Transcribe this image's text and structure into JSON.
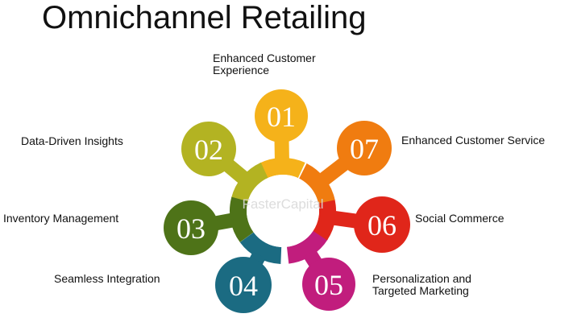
{
  "title": "Omnichannel Retailing",
  "watermark": "FasterCapital",
  "items": [
    {
      "number": "01",
      "lines": [
        "Enhanced Customer",
        "Experience"
      ],
      "color": "#f5b21a"
    },
    {
      "number": "02",
      "lines": [
        "Data-Driven Insights"
      ],
      "color": "#b3b322"
    },
    {
      "number": "03",
      "lines": [
        "Inventory Management"
      ],
      "color": "#4e7318"
    },
    {
      "number": "04",
      "lines": [
        "Seamless Integration"
      ],
      "color": "#1b6b82"
    },
    {
      "number": "05",
      "lines": [
        "Personalization and",
        "Targeted Marketing"
      ],
      "color": "#c11d7d"
    },
    {
      "number": "06",
      "lines": [
        "Social Commerce"
      ],
      "color": "#e0261a"
    },
    {
      "number": "07",
      "lines": [
        "Enhanced Customer Service"
      ],
      "color": "#f07c10"
    }
  ]
}
